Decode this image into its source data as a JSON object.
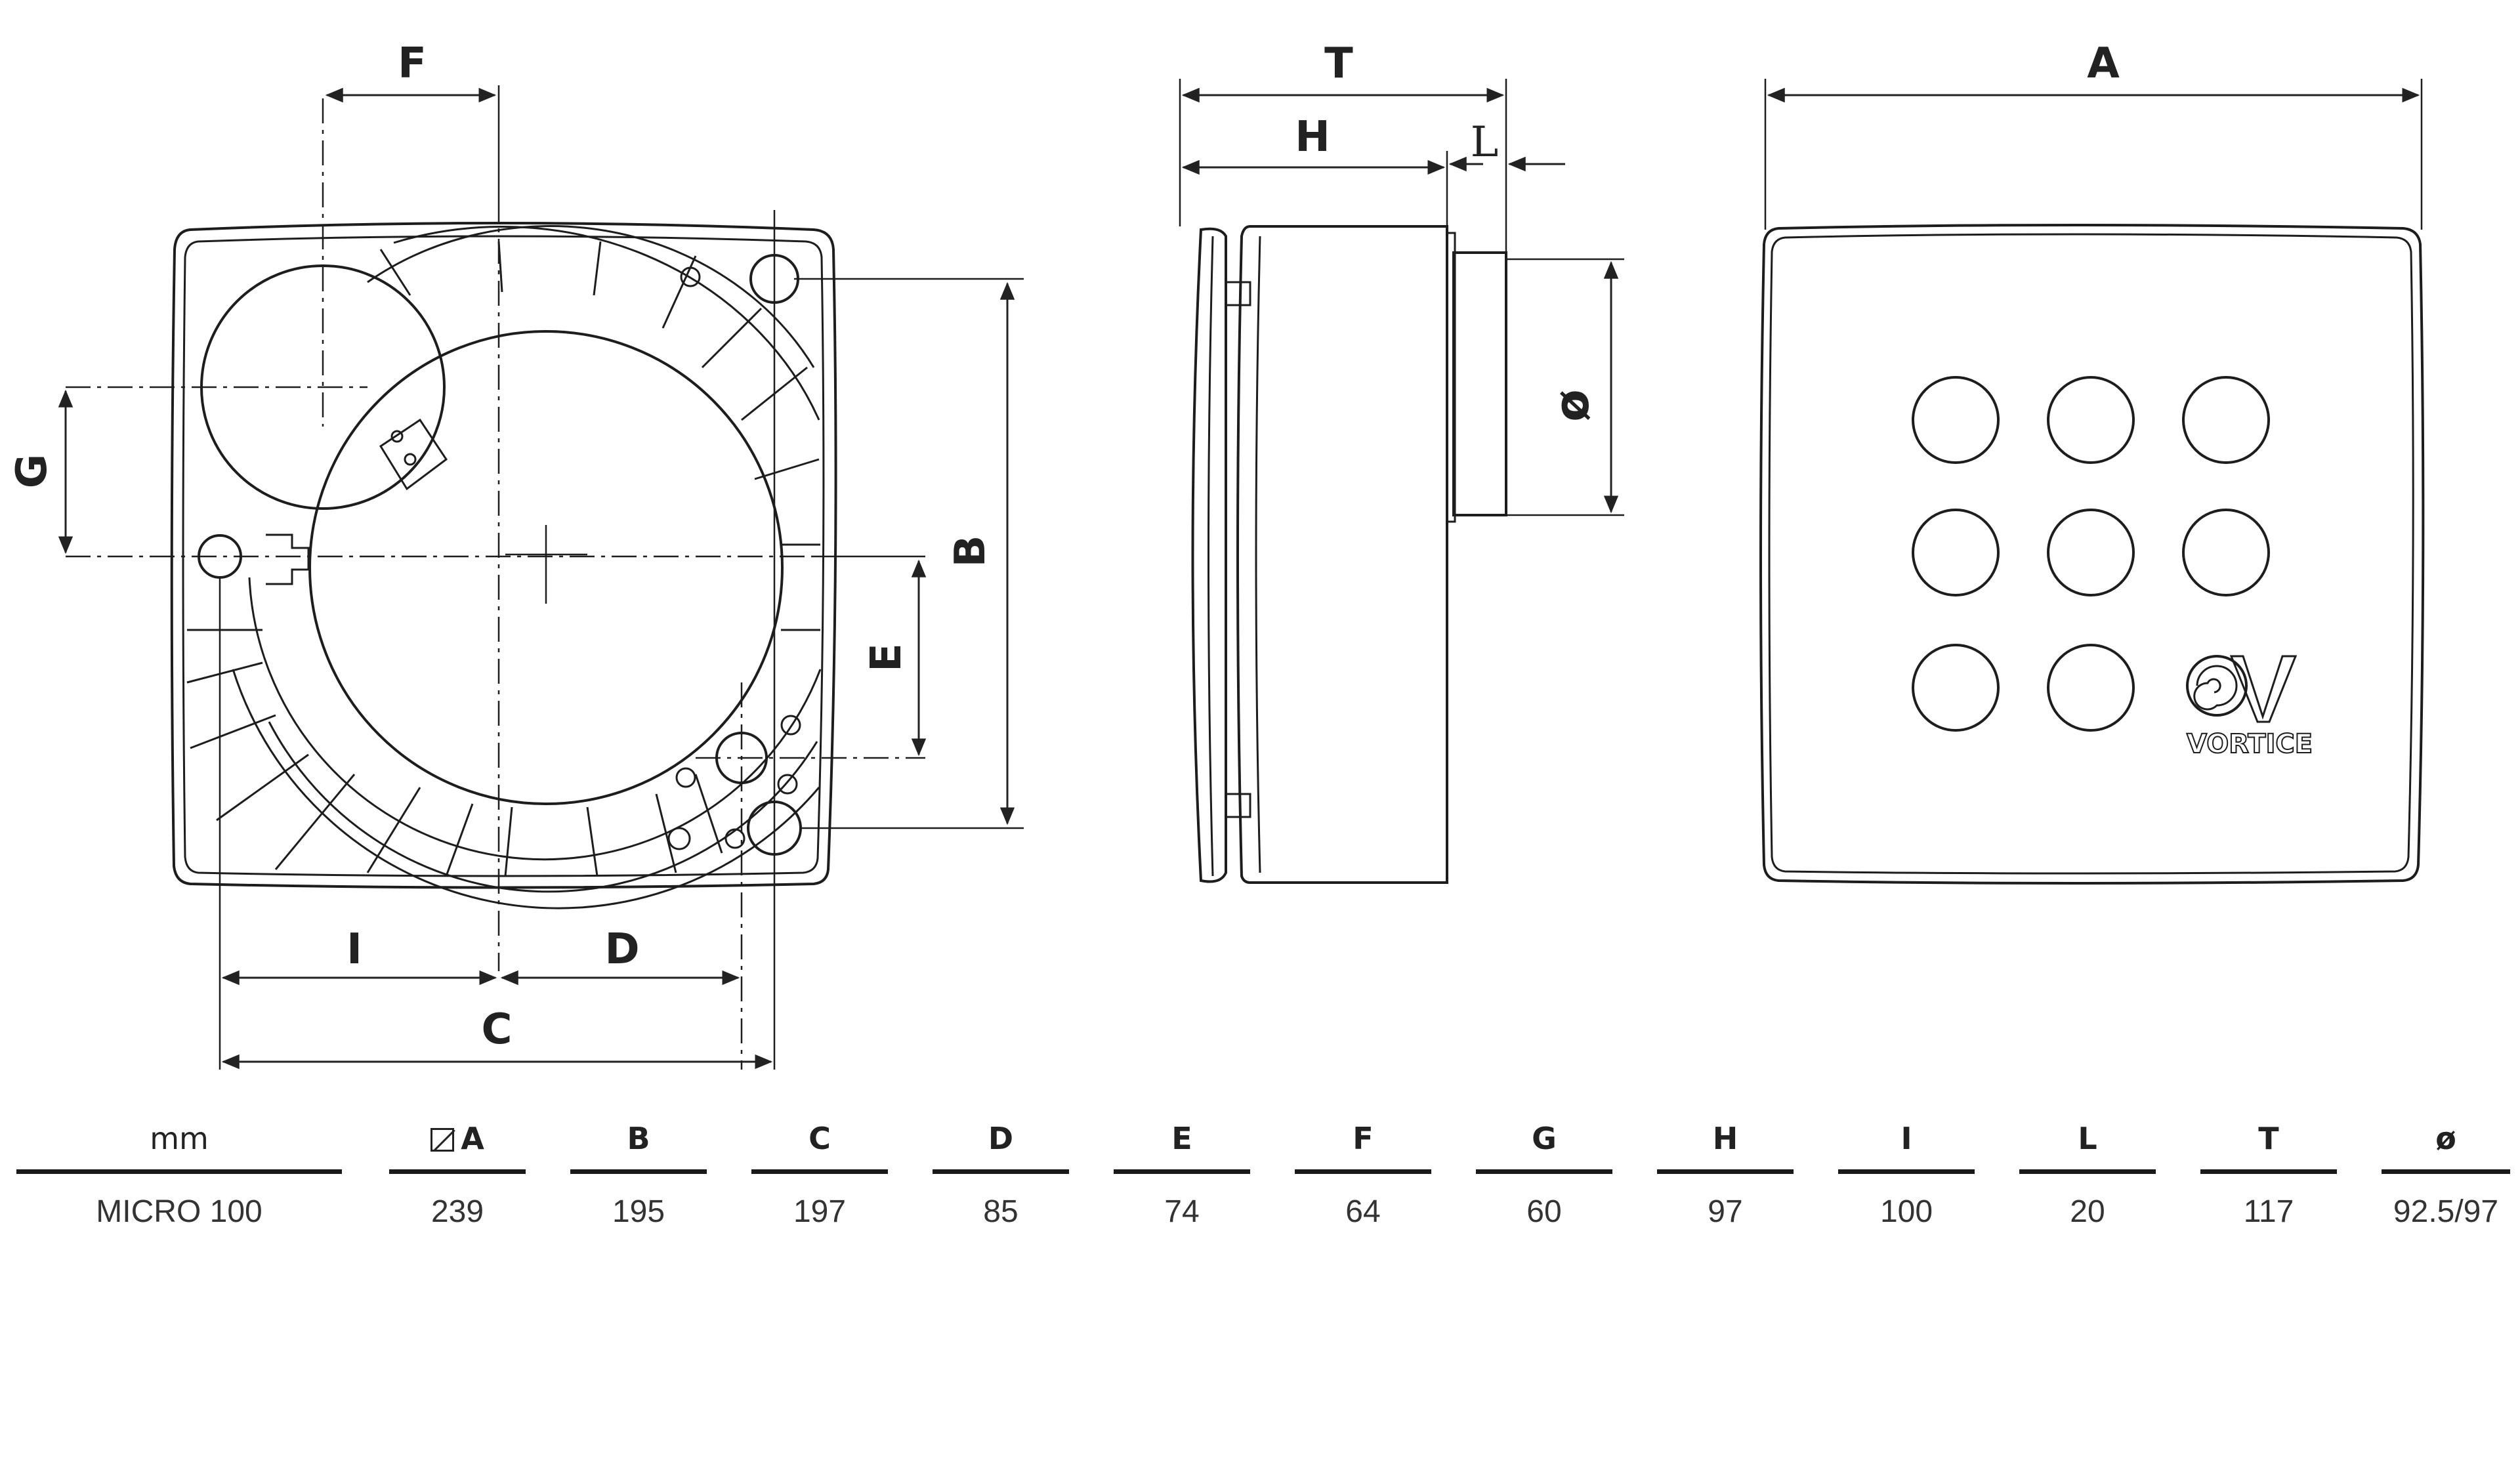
{
  "dimension_labels": {
    "A": "A",
    "B": "B",
    "C": "C",
    "D": "D",
    "E": "E",
    "F": "F",
    "G": "G",
    "H": "H",
    "I": "I",
    "L": "L",
    "T": "T",
    "diameter": "ø"
  },
  "brand": {
    "name": "VORTICE"
  },
  "table": {
    "unit": "mm",
    "columns": [
      "A",
      "B",
      "C",
      "D",
      "E",
      "F",
      "G",
      "H",
      "I",
      "L",
      "T",
      "ø"
    ],
    "rows": [
      {
        "model": "MICRO 100",
        "values": [
          "239",
          "195",
          "197",
          "85",
          "74",
          "64",
          "60",
          "97",
          "100",
          "20",
          "117",
          "92.5/97"
        ]
      }
    ]
  }
}
